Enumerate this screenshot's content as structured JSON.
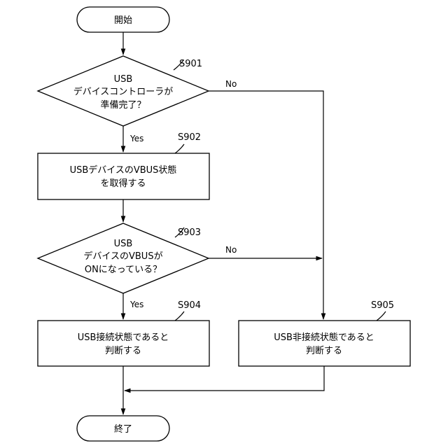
{
  "nodes": {
    "start": {
      "text": "開始"
    },
    "s901": {
      "step_label": "S901",
      "line1": "USB",
      "line2": "デバイスコントローラが",
      "line3": "準備完了？"
    },
    "s902": {
      "step_label": "S902",
      "line1": "USBデバイスのVBUS状態",
      "line2": "を取得する"
    },
    "s903": {
      "step_label": "S903",
      "line1": "USB",
      "line2": "デバイスのVBUSが",
      "line3": "ONになっている？"
    },
    "s904": {
      "step_label": "S904",
      "line1": "USB接続状態であると",
      "line2": "判断する"
    },
    "s905": {
      "step_label": "S905",
      "line1": "USB非接続状態であると",
      "line2": "判断する"
    },
    "end": {
      "text": "終了"
    }
  },
  "edges": {
    "s901_yes": "Yes",
    "s901_no": "No",
    "s903_yes": "Yes",
    "s903_no": "No"
  }
}
